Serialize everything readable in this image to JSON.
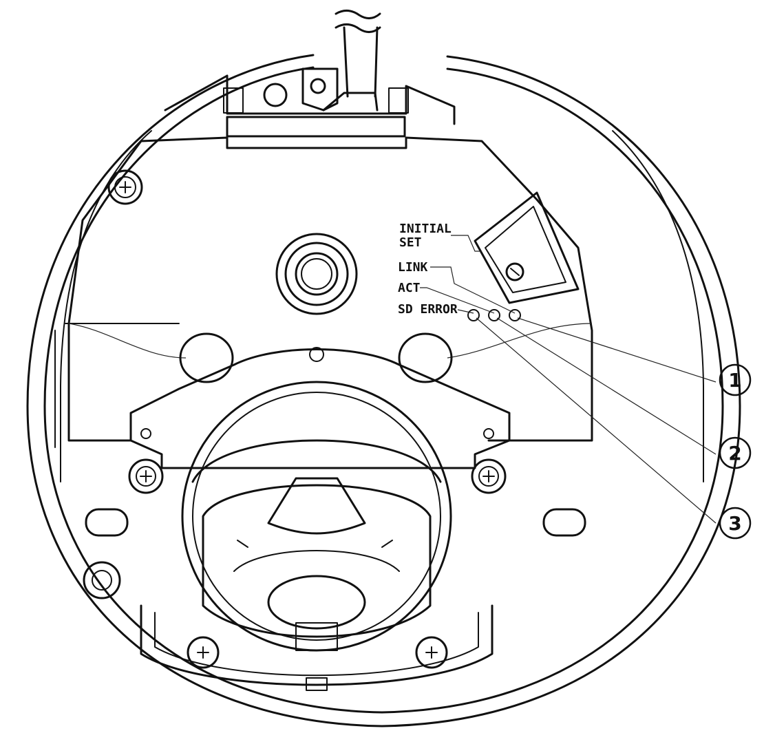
{
  "labels": {
    "initial_set_line1": "INITIAL",
    "initial_set_line2": "SET",
    "link": "LINK",
    "act": "ACT",
    "sd_error": "SD ERROR"
  },
  "callouts": [
    "1",
    "2",
    "3"
  ],
  "icons": {
    "screw": "screw-icon",
    "led": "led-indicator-icon"
  }
}
